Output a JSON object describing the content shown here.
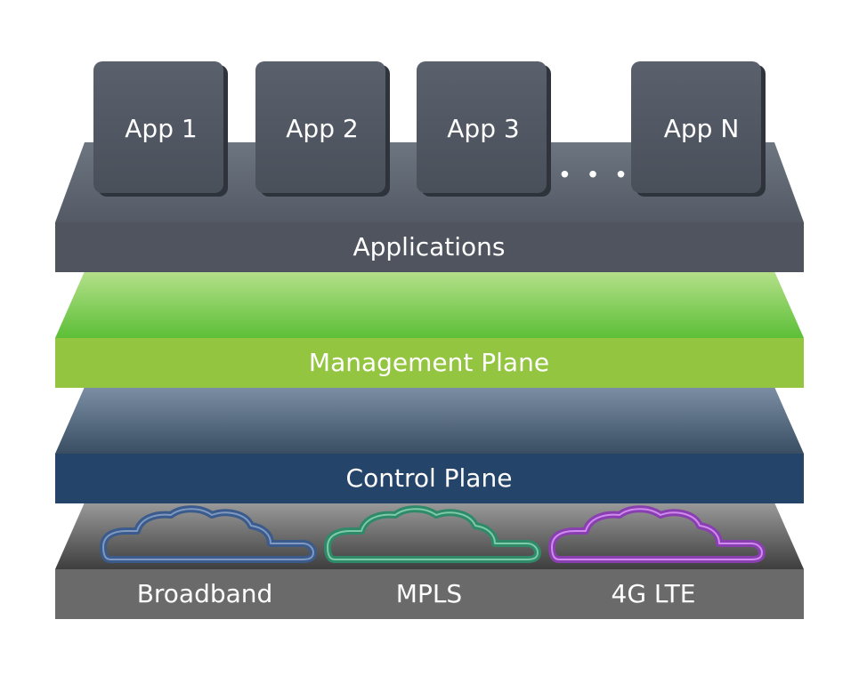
{
  "layers": {
    "applications": {
      "label": "Applications",
      "top_color": "#5f6670",
      "front_color": "#4f545f"
    },
    "management": {
      "label": "Management Plane",
      "top_color": "#74c94a",
      "front_color": "#93c540"
    },
    "control": {
      "label": "Control Plane",
      "top_color": "#4f637a",
      "front_color": "#25446a"
    },
    "transport": {
      "label": "",
      "top_color": "#6a6a6a",
      "front_color": "#6b6b6b"
    }
  },
  "apps": [
    {
      "label": "App 1"
    },
    {
      "label": "App 2"
    },
    {
      "label": "App 3"
    },
    {
      "label": "App N"
    }
  ],
  "ellipsis": "• • •",
  "networks": [
    {
      "label": "Broadband",
      "cloud_color": "#3a5b8c",
      "icon": "cloud-icon"
    },
    {
      "label": "MPLS",
      "cloud_color": "#2f8a6a",
      "icon": "cloud-icon"
    },
    {
      "label": "4G LTE",
      "cloud_color": "#8a3fb0",
      "icon": "cloud-icon"
    }
  ]
}
